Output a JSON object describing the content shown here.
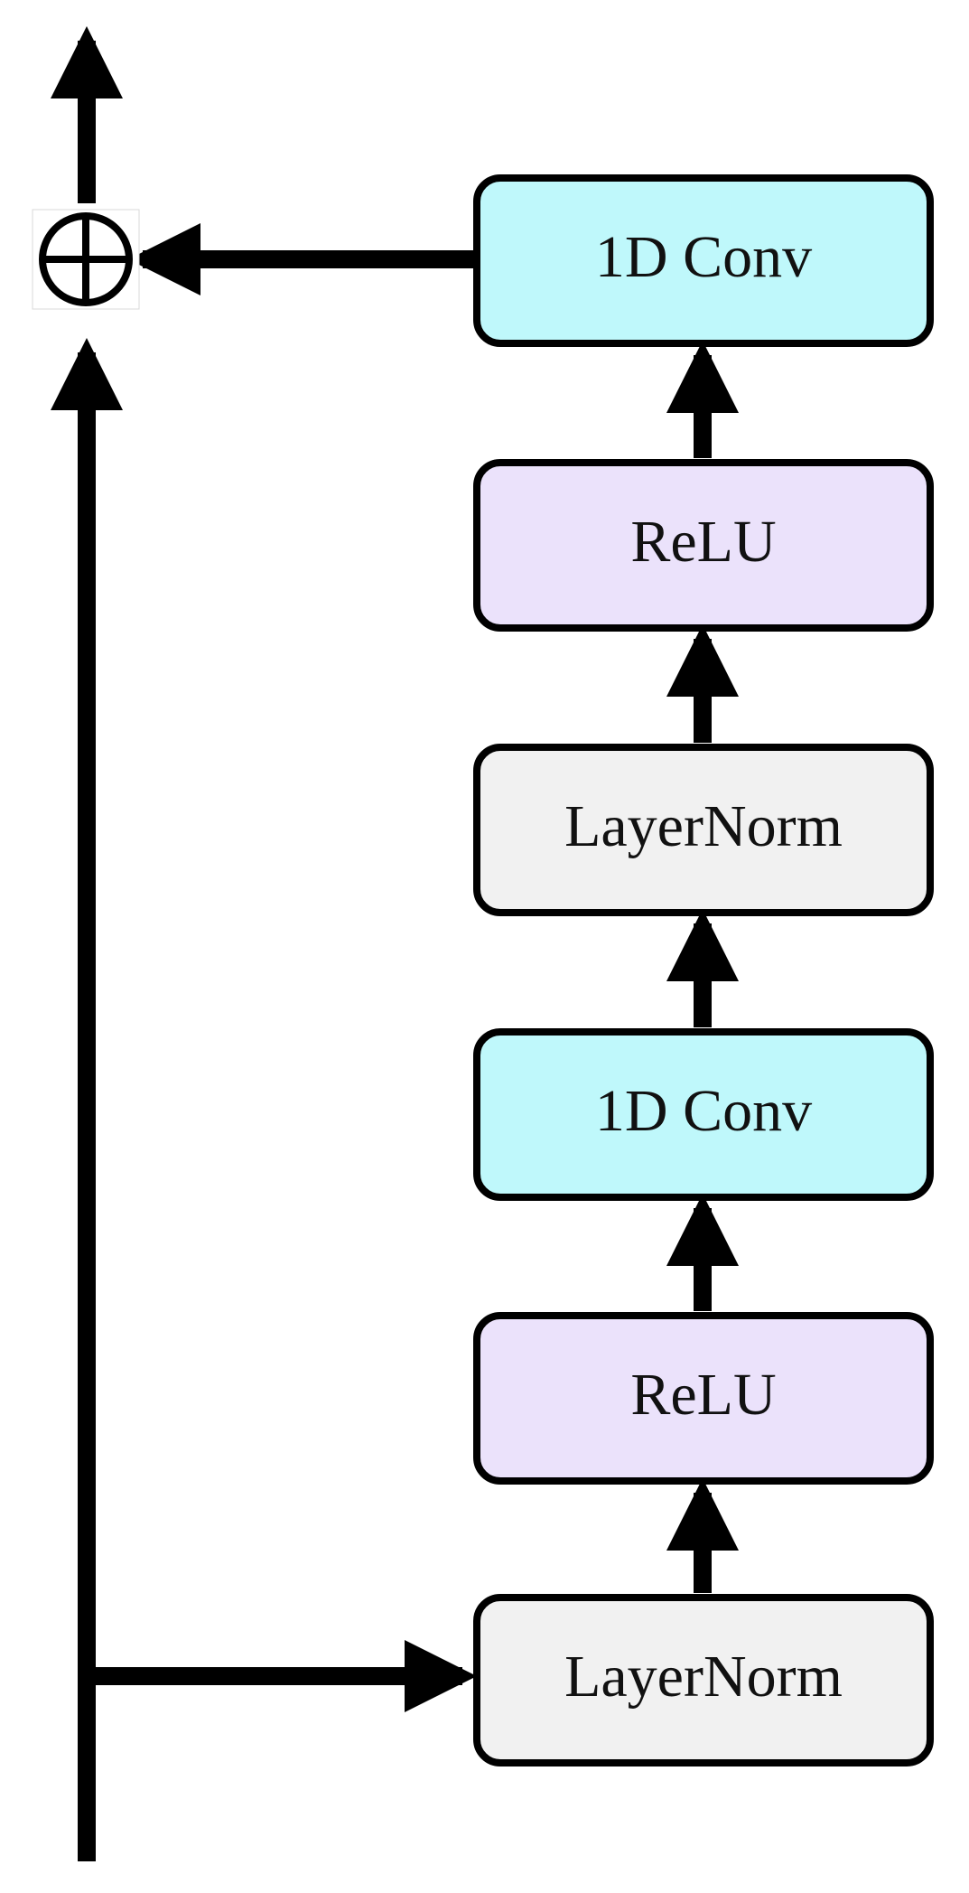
{
  "colors": {
    "conv": "#bff8fb",
    "relu": "#ebe2fb",
    "norm": "#f1f1f1",
    "stroke": "#000000"
  },
  "blocks": [
    {
      "id": "conv-top",
      "label": "1D Conv",
      "kind": "conv"
    },
    {
      "id": "relu-top",
      "label": "ReLU",
      "kind": "relu"
    },
    {
      "id": "norm-top",
      "label": "LayerNorm",
      "kind": "norm"
    },
    {
      "id": "conv-bottom",
      "label": "1D Conv",
      "kind": "conv"
    },
    {
      "id": "relu-bottom",
      "label": "ReLU",
      "kind": "relu"
    },
    {
      "id": "norm-bottom",
      "label": "LayerNorm",
      "kind": "norm"
    }
  ],
  "add_symbol": "⊕"
}
